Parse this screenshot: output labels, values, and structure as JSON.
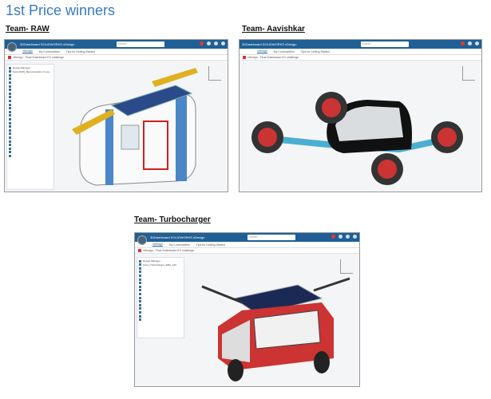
{
  "title": "1st Price winners",
  "app": {
    "name": "3DDashboard SOLIDWORKS xDesign",
    "search_placeholder": "Search",
    "tabs": [
      "xDesign",
      "My Communities",
      "Tips for Getting Started"
    ],
    "breadcrumb": "xDesign - Final Submission EV challenge",
    "tree_header": "Design Manager"
  },
  "teams": [
    {
      "label": "Team- RAW",
      "root": "Team RAW_Reconstruction of exp..."
    },
    {
      "label": "Team- Aavishkar"
    },
    {
      "label": "Team- Turbocharger",
      "root": "Team_Turbocharger_EMA_120"
    }
  ],
  "colors": {
    "title": "#3a78c2",
    "header": "#1f5f95"
  }
}
